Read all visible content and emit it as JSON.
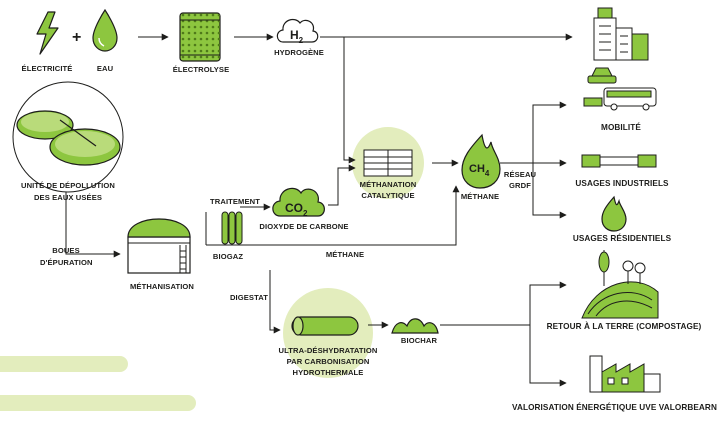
{
  "colors": {
    "green": "#8dc63f",
    "light_green": "#e3edbd",
    "ink": "#1d1d1b"
  },
  "labels": {
    "electricite": "ÉLECTRICITÉ",
    "eau": "EAU",
    "electrolyse": "ÉLECTROLYSE",
    "hydrogene": "HYDROGÈNE",
    "depollution_1": "UNITÉ DE DÉPOLLUTION",
    "depollution_2": "DES EAUX USÉES",
    "boues_1": "BOUES",
    "boues_2": "D'ÉPURATION",
    "methanisation": "MÉTHANISATION",
    "traitement": "TRAITEMENT",
    "biogaz": "BIOGAZ",
    "dioxyde": "DIOXYDE DE CARBONE",
    "methane_flow": "MÉTHANE",
    "meth_cat_1": "MÉTHANATION",
    "meth_cat_2": "CATALYTIQUE",
    "methane": "MÉTHANE",
    "reseau_1": "RÉSEAU",
    "reseau_2": "GRDF",
    "mobilite": "MOBILITÉ",
    "usages_industriels": "USAGES INDUSTRIELS",
    "usages_residentiels": "USAGES RÉSIDENTIELS",
    "digestat": "DIGESTAT",
    "uhd_1": "ULTRA-DÉSHYDRATATION",
    "uhd_2": "PAR CARBONISATION",
    "uhd_3": "HYDROTHERMALE",
    "biochar": "BIOCHAR",
    "retour": "RETOUR À LA TERRE (COMPOSTAGE)",
    "valorisation": "VALORISATION ÉNERGÉTIQUE UVE VALORBEARN"
  },
  "symbols": {
    "plus": "+",
    "h": "H",
    "h_sub": "2",
    "co": "CO",
    "co_sub": "2",
    "ch": "CH",
    "ch_sub": "4"
  }
}
